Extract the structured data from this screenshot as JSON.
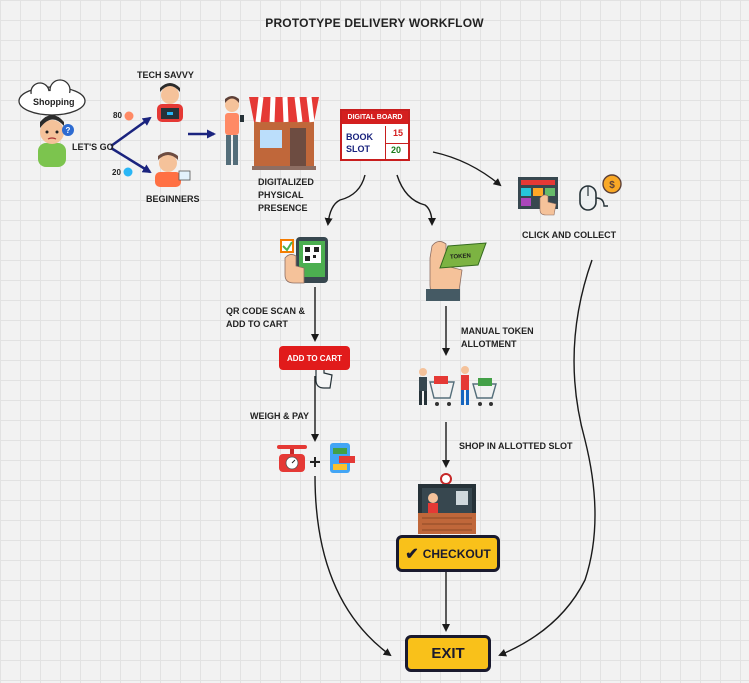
{
  "title": "PROTOTYPE DELIVERY WORKFLOW",
  "customer": {
    "bubble": "Shopping",
    "lets_go": "LET'S GO",
    "tech_savvy": "TECH SAVVY",
    "beginners": "BEGINNERS",
    "tech_savvy_count": "80",
    "beginners_count": "20"
  },
  "store": {
    "label_line1": "DIGITALIZED",
    "label_line2": "PHYSICAL",
    "label_line3": "PRESENCE"
  },
  "digital_board": {
    "header": "DIGITAL BOARD",
    "line1": "BOOK",
    "line2": "SLOT",
    "value_top": "15",
    "value_bottom": "20"
  },
  "click_collect": {
    "label": "CLICK AND COLLECT"
  },
  "qr_path": {
    "step1_line1": "QR CODE SCAN &",
    "step1_line2": "ADD TO CART",
    "add_to_cart": "ADD TO CART",
    "step2": "WEIGH & PAY"
  },
  "token_path": {
    "token_card": "TOKEN",
    "step1_line1": "MANUAL TOKEN",
    "step1_line2": "ALLOTMENT",
    "step2": "SHOP IN ALLOTTED SLOT"
  },
  "checkout": {
    "label": "CHECKOUT"
  },
  "exit": {
    "label": "EXIT"
  },
  "colors": {
    "arrow": "#1a1a1a",
    "board_red": "#d41f1f",
    "button_red": "#e11b1b",
    "button_yellow": "#f9c11a",
    "navy": "#1a237e"
  }
}
